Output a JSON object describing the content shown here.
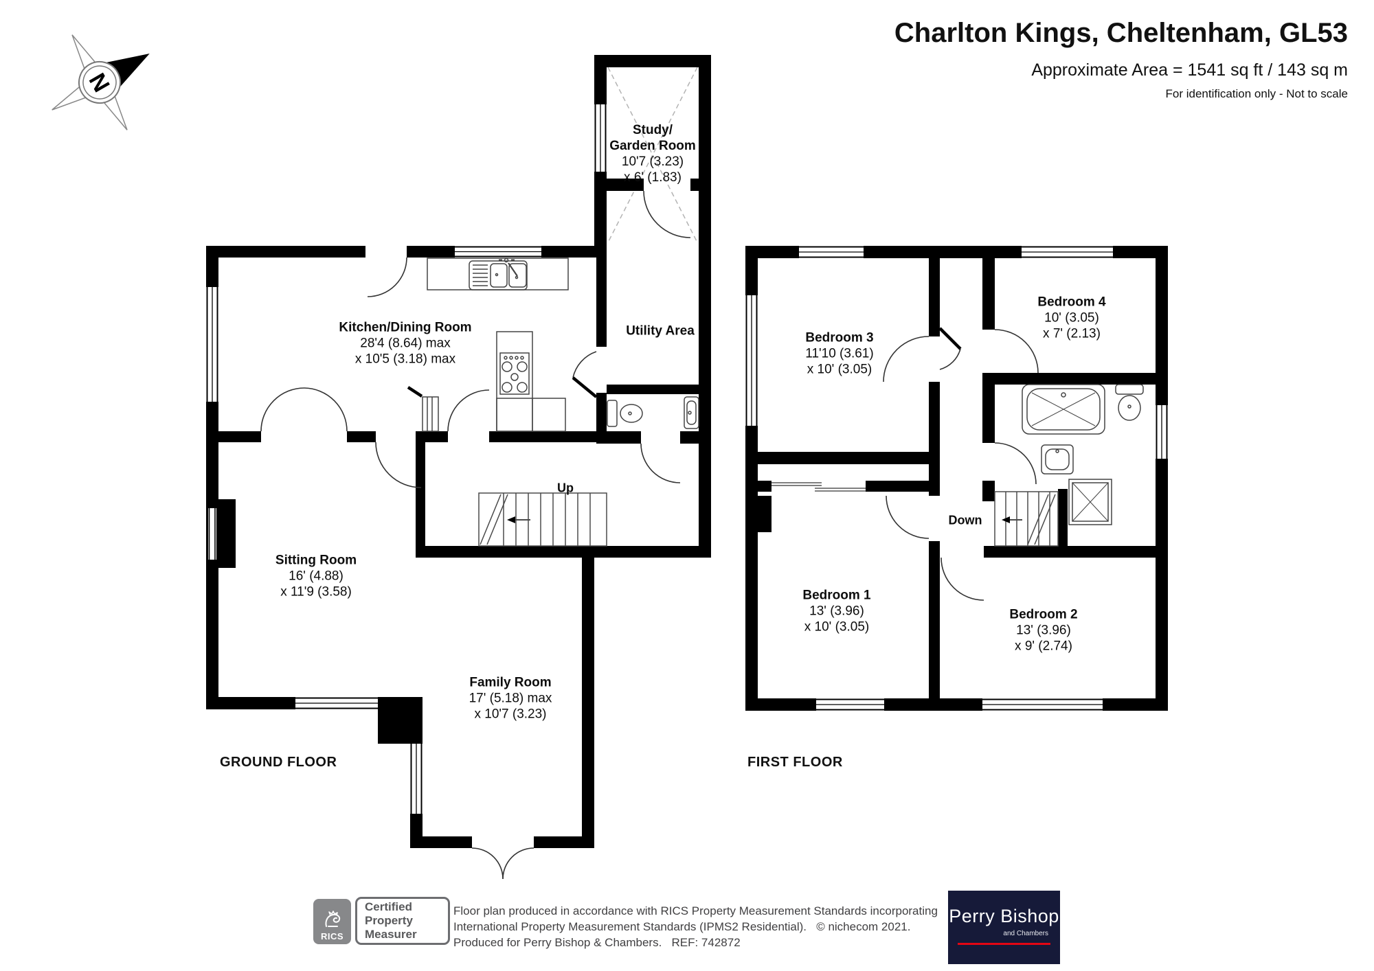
{
  "header": {
    "title": "Charlton Kings, Cheltenham, GL53",
    "area": "Approximate Area = 1541 sq ft / 143 sq m",
    "note": "For identification only - Not to scale"
  },
  "compass": {
    "letter": "N"
  },
  "floors": {
    "ground": "GROUND FLOOR",
    "first": "FIRST FLOOR"
  },
  "rooms": {
    "study": {
      "line1": "Study/",
      "line2": "Garden Room",
      "dim1": "10'7 (3.23)",
      "dim2": "x 6' (1.83)"
    },
    "kitchen": {
      "name": "Kitchen/Dining Room",
      "dim1": "28'4 (8.64) max",
      "dim2": "x 10'5 (3.18) max"
    },
    "utility": {
      "name": "Utility Area"
    },
    "sitting": {
      "name": "Sitting Room",
      "dim1": "16' (4.88)",
      "dim2": "x 11'9 (3.58)"
    },
    "family": {
      "name": "Family Room",
      "dim1": "17' (5.18) max",
      "dim2": "x 10'7 (3.23)"
    },
    "bedroom1": {
      "name": "Bedroom 1",
      "dim1": "13' (3.96)",
      "dim2": "x 10' (3.05)"
    },
    "bedroom2": {
      "name": "Bedroom 2",
      "dim1": "13' (3.96)",
      "dim2": "x 9' (2.74)"
    },
    "bedroom3": {
      "name": "Bedroom 3",
      "dim1": "11'10 (3.61)",
      "dim2": "x 10' (3.05)"
    },
    "bedroom4": {
      "name": "Bedroom 4",
      "dim1": "10' (3.05)",
      "dim2": "x 7' (2.13)"
    }
  },
  "stairs": {
    "up": "Up",
    "down": "Down"
  },
  "footer": {
    "rics_brand": "RICS",
    "cert1": "Certified",
    "cert2": "Property",
    "cert3": "Measurer",
    "disclaimer1": "Floor plan produced in accordance with RICS Property Measurement Standards incorporating",
    "disclaimer2": "International Property Measurement Standards (IPMS2 Residential).   © nichecom 2021.",
    "disclaimer3": "Produced for Perry Bishop & Chambers.   REF: 742872",
    "brand_name": "Perry Bishop",
    "brand_sub": "and Chambers"
  }
}
